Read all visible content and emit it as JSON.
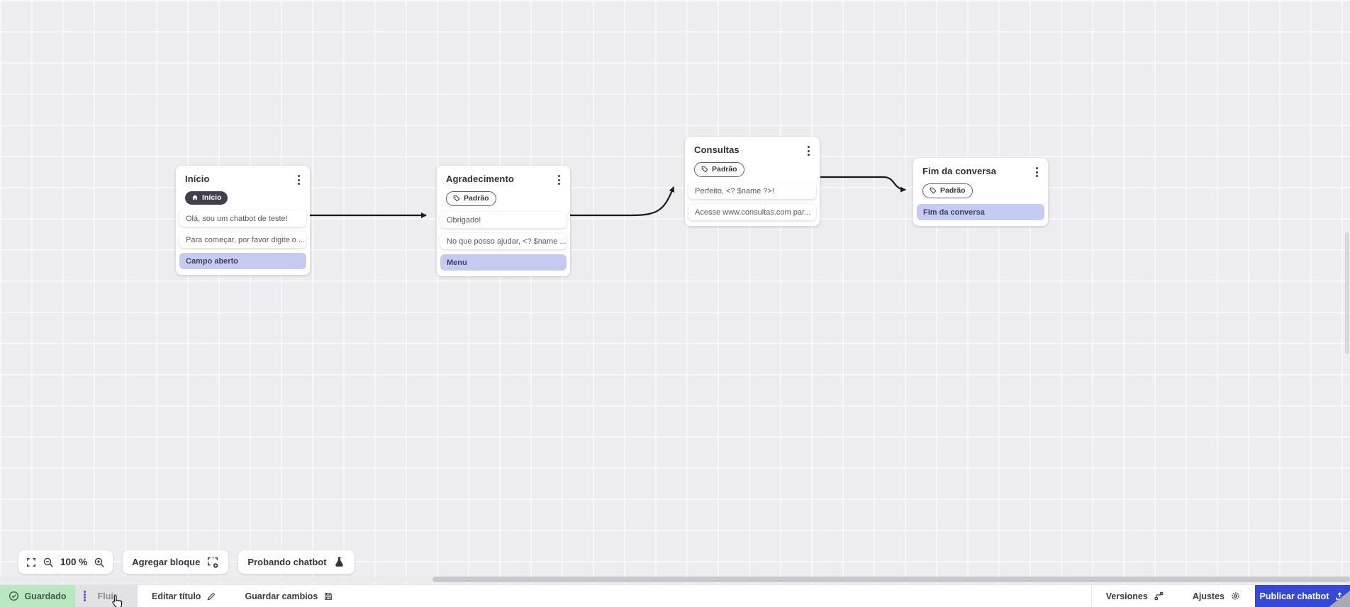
{
  "canvas": {
    "zoom_level": "100 %",
    "add_block_label": "Agregar bloque",
    "test_chatbot_label": "Probando chatbot"
  },
  "nodes": [
    {
      "title": "Início",
      "badge": "Início",
      "badge_type": "start",
      "items": [
        {
          "text": "Olá, sou um chatbot de teste!",
          "highlighted": false
        },
        {
          "text": "Para começar, por favor digite o ...",
          "highlighted": false
        },
        {
          "text": "Campo aberto",
          "highlighted": true
        }
      ]
    },
    {
      "title": "Agradecimento",
      "badge": "Padrão",
      "badge_type": "default",
      "items": [
        {
          "text": "Obrigado!",
          "highlighted": false
        },
        {
          "text": "No que posso ajudar, <? $name ...",
          "highlighted": false
        },
        {
          "text": "Menu",
          "highlighted": true
        }
      ]
    },
    {
      "title": "Consultas",
      "badge": "Padrão",
      "badge_type": "default",
      "items": [
        {
          "text": "Perfeito, <? $name ?>!",
          "highlighted": false
        },
        {
          "text": "Acesse www.consultas.com par...",
          "highlighted": false
        }
      ]
    },
    {
      "title": "Fim da conversa",
      "badge": "Padrão",
      "badge_type": "default",
      "items": [
        {
          "text": "Fim da conversa",
          "highlighted": true
        }
      ]
    }
  ],
  "statusbar": {
    "saved": "Guardado",
    "flow": "Fluir",
    "edit_title": "Editar título",
    "save_changes": "Guardar cambios",
    "versions": "Versiones",
    "settings": "Ajustes",
    "publish": "Publicar chatbot"
  },
  "colors": {
    "accent_blue": "#3648d6",
    "saved_green_bg": "#b9e7bf",
    "highlight_item_bg": "#c6ccf1",
    "node_badge_dark": "#413f4e",
    "canvas_bg": "#ededef",
    "grid_line": "#f7f7f9",
    "wire_black": "#17171c"
  },
  "icons": {
    "kebab": "vertical-dots",
    "home": "house",
    "tag": "label-tag",
    "fit_screen": "corner-brackets",
    "zoom_out": "magnifier-minus",
    "zoom_in": "magnifier-plus",
    "add_block": "dashed-square-plus",
    "test_chatbot": "flask",
    "saved_check": "check-circle",
    "drag_handle": "blue-dots",
    "edit": "pencil",
    "save": "floppy-disk",
    "versions": "git-branch",
    "settings": "gear",
    "publish": "upload-tray",
    "cursor": "hand-pointer"
  }
}
